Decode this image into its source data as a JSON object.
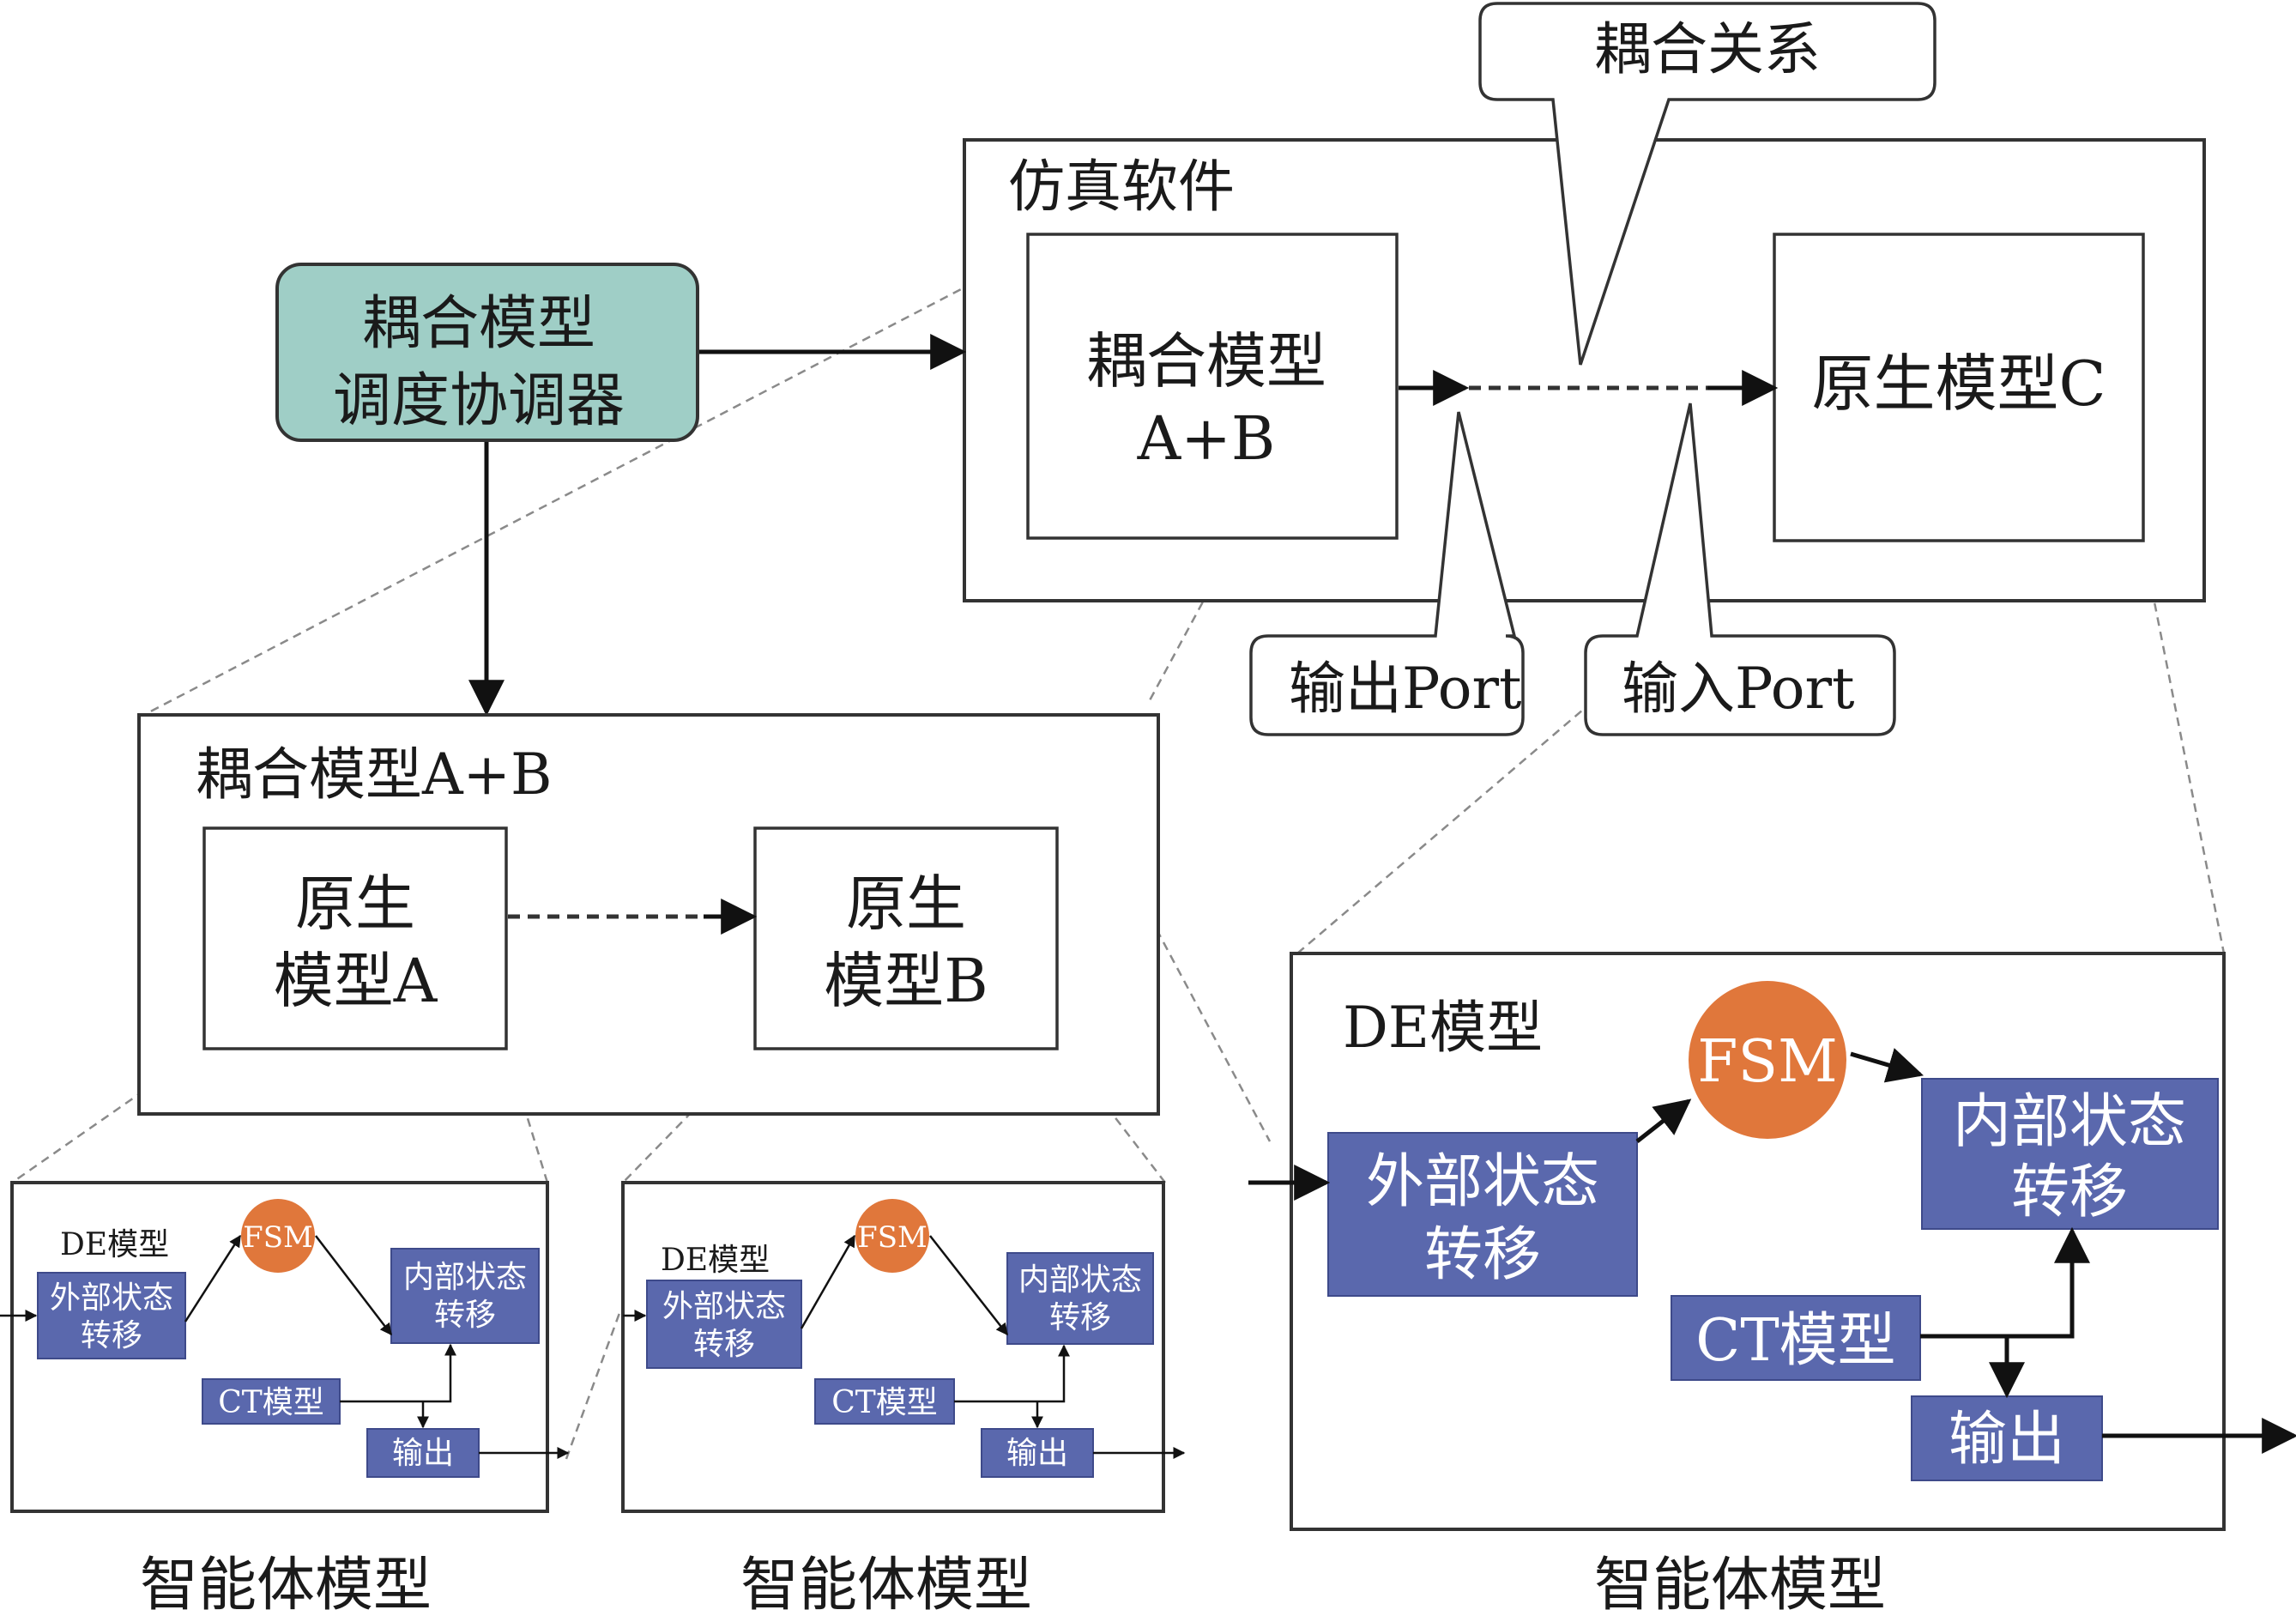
{
  "colors": {
    "coordinator_fill": "#9fcec6",
    "state_box_fill": "#5a68ad",
    "fsm_fill": "#e0773b",
    "line": "#111111"
  },
  "callouts": {
    "coupling_relation": "耦合关系",
    "output_port": "输出Port",
    "input_port": "输入Port"
  },
  "coordinator": {
    "line1": "耦合模型",
    "line2": "调度协调器"
  },
  "simulation_software": {
    "title": "仿真软件",
    "coupled_model": {
      "line1": "耦合模型",
      "line2": "A+B"
    },
    "native_model_c": "原生模型C"
  },
  "coupled_model_ab": {
    "title": "耦合模型A+B",
    "model_a": {
      "line1": "原生",
      "line2": "模型A"
    },
    "model_b": {
      "line1": "原生",
      "line2": "模型B"
    }
  },
  "agent_model": {
    "de_model": "DE模型",
    "fsm": "FSM",
    "external_transition": {
      "line1": "外部状态",
      "line2": "转移"
    },
    "internal_transition": {
      "line1": "内部状态",
      "line2": "转移"
    },
    "ct_model": "CT模型",
    "output": "输出"
  },
  "captions": [
    "智能体模型",
    "智能体模型",
    "智能体模型"
  ]
}
